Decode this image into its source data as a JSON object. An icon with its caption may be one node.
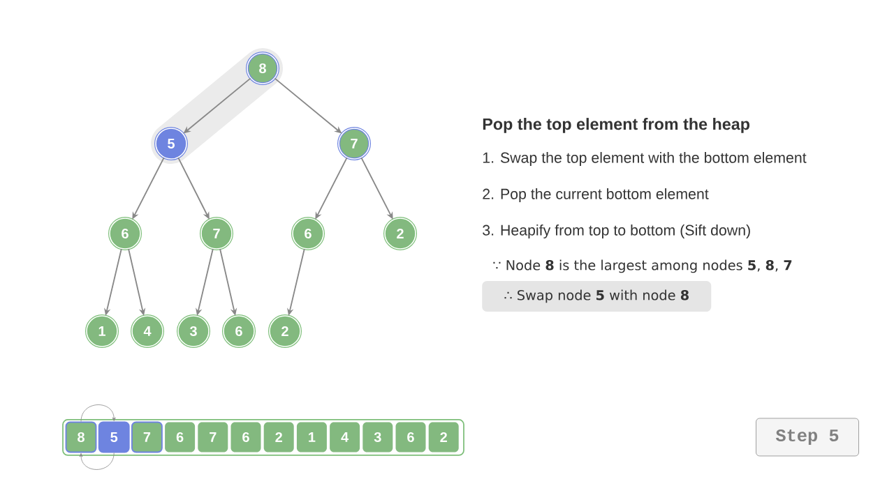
{
  "diagram": {
    "nodes": [
      {
        "text": [
          "8"
        ]
      },
      {
        "text": [
          "5"
        ]
      },
      {
        "text": [
          "7"
        ]
      },
      {
        "text": [
          "6"
        ]
      },
      {
        "text": [
          "7"
        ]
      },
      {
        "text": [
          "6"
        ]
      },
      {
        "text": [
          "2"
        ]
      },
      {
        "text": [
          "1"
        ]
      },
      {
        "text": [
          "4"
        ]
      },
      {
        "text": [
          "3"
        ]
      },
      {
        "text": [
          "6"
        ]
      },
      {
        "text": [
          "2"
        ]
      },
      {
        "text": [],
        "shape": "box"
      },
      {
        "text": [
          "8"
        ],
        "in": 12
      },
      {
        "text": [
          "5"
        ],
        "in": 12
      },
      {
        "text": [
          "7"
        ],
        "in": 12
      },
      {
        "text": [
          "6"
        ],
        "in": 12
      },
      {
        "text": [
          "7"
        ],
        "in": 12
      },
      {
        "text": [
          "6"
        ],
        "in": 12
      },
      {
        "text": [
          "2"
        ],
        "in": 12
      },
      {
        "text": [
          "1"
        ],
        "in": 12
      },
      {
        "text": [
          "4"
        ],
        "in": 12
      },
      {
        "text": [
          "3"
        ],
        "in": 12
      },
      {
        "text": [
          "6"
        ],
        "in": 12
      },
      {
        "text": [
          "2"
        ],
        "in": 12
      },
      {
        "text": [
          "∴ Swap node **5** with node **8**"
        ]
      },
      {
        "text": [
          "Step 5"
        ]
      }
    ],
    "edges": [
      {
        "from": 0,
        "to": 1,
        "arrow": "to"
      },
      {
        "from": 0,
        "to": 2,
        "arrow": "to"
      },
      {
        "from": 1,
        "to": 3,
        "arrow": "to"
      },
      {
        "from": 1,
        "to": 4,
        "arrow": "to"
      },
      {
        "from": 2,
        "to": 5,
        "arrow": "to"
      },
      {
        "from": 2,
        "to": 6,
        "arrow": "to"
      },
      {
        "from": 3,
        "to": 7,
        "arrow": "to"
      },
      {
        "from": 3,
        "to": 8,
        "arrow": "to"
      },
      {
        "from": 4,
        "to": 9,
        "arrow": "to"
      },
      {
        "from": 4,
        "to": 10,
        "arrow": "to"
      },
      {
        "from": 5,
        "to": 11,
        "arrow": "to"
      },
      {
        "from": 13,
        "to": 14,
        "arrow": "to"
      },
      {
        "from": 14,
        "to": 13,
        "arrow": "to"
      }
    ],
    "labels": [
      "Pop the top element from the heap",
      "1. Swap the top element with the bottom element",
      "2. Pop the current bottom element",
      "3. Heapify from top to bottom (Sift down)",
      "∵ Node **8** is the largest among nodes **5**, **8**, **7**"
    ]
  }
}
